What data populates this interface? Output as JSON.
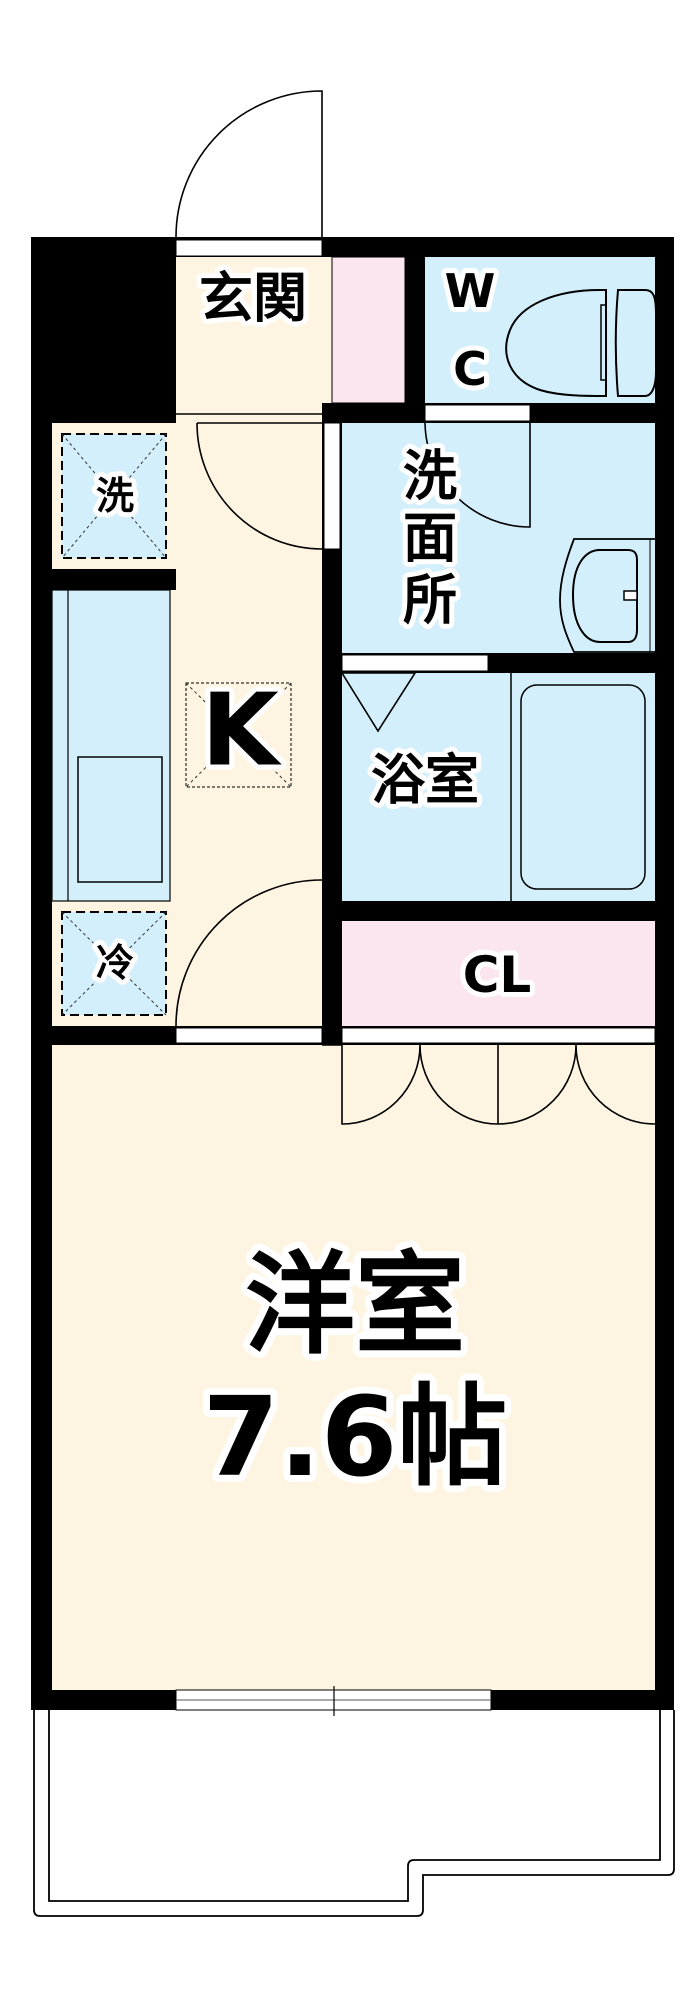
{
  "floor_plan": {
    "colors": {
      "wall": "#000000",
      "living": "#fdf5e1",
      "wet": "#d3effb",
      "storage": "#fbe5ef",
      "opening": "#ffffff"
    },
    "rooms": {
      "entrance": {
        "label": "玄関"
      },
      "wc": {
        "label_w": "W",
        "label_c": "C"
      },
      "washer": {
        "label": "洗"
      },
      "washroom": {
        "label_1": "洗",
        "label_2": "面",
        "label_3": "所"
      },
      "kitchen": {
        "label": "K"
      },
      "bathroom": {
        "label": "浴室"
      },
      "fridge": {
        "label": "冷"
      },
      "closet": {
        "label": "CL"
      },
      "western_room": {
        "label": "洋室",
        "size": "7.6帖"
      }
    }
  }
}
